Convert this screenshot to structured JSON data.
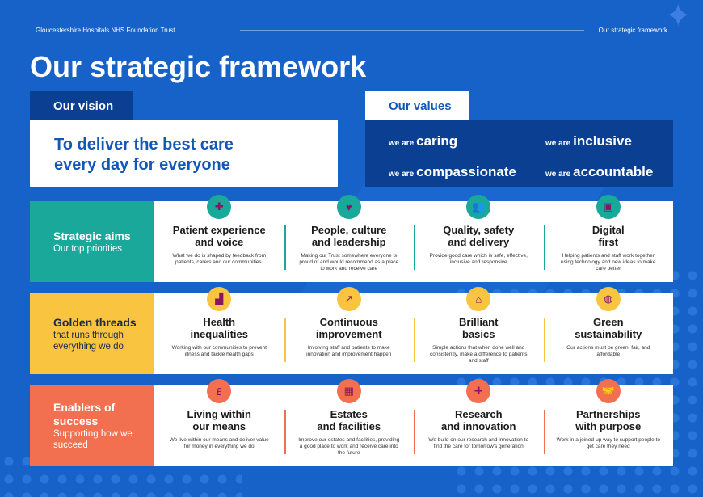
{
  "header": {
    "org": "Gloucestershire Hospitals NHS Foundation Trust",
    "section": "Our strategic framework"
  },
  "title": "Our strategic framework",
  "vision": {
    "tab": "Our vision",
    "text": "To deliver the best care every day for everyone"
  },
  "values": {
    "tab": "Our values",
    "prefix": "we are",
    "items": [
      "caring",
      "inclusive",
      "compassionate",
      "accountable"
    ]
  },
  "colors": {
    "teal": "#1aa89a",
    "yellow": "#f9c440",
    "orange": "#f26f4f",
    "dark_blue": "#0b3f91",
    "blue": "#1762c8"
  },
  "rows": [
    {
      "title": "Strategic aims",
      "subtitle": "Our top priorities",
      "items": [
        {
          "icon": "chat-plus-icon",
          "glyph": "✚",
          "title": "Patient experience\nand voice",
          "desc": "What we do is shaped by feedback from patients, carers and our communities."
        },
        {
          "icon": "heart-shield-icon",
          "glyph": "♥",
          "title": "People, culture\nand leadership",
          "desc": "Making our Trust somewhere everyone is proud of and would recommend as a place to work and receive care"
        },
        {
          "icon": "people-icon",
          "glyph": "👥",
          "title": "Quality, safety\nand delivery",
          "desc": "Provide good care which is safe, effective, inclusive and responsive"
        },
        {
          "icon": "laptop-plus-icon",
          "glyph": "▣",
          "title": "Digital\nfirst",
          "desc": "Helping patients and staff work together using technology and new ideas to make care better"
        }
      ]
    },
    {
      "title": "Golden threads",
      "subtitle": "that runs through everything we do",
      "items": [
        {
          "icon": "podium-icon",
          "glyph": "▟",
          "title": "Health\ninequalities",
          "desc": "Working with our communities to prevent illness and tackle health gaps"
        },
        {
          "icon": "growth-arrow-icon",
          "glyph": "↗",
          "title": "Continuous\nimprovement",
          "desc": "Involving staff and patients to make innovation and improvement happen"
        },
        {
          "icon": "house-check-icon",
          "glyph": "⌂",
          "title": "Brilliant\nbasics",
          "desc": "Simple actions that when done well and consistently, make a difference to patients and staff"
        },
        {
          "icon": "globe-icon",
          "glyph": "◍",
          "title": "Green\nsustainability",
          "desc": "Our actions must be green, fair, and affordable"
        }
      ]
    },
    {
      "title": "Enablers of success",
      "subtitle": "Supporting how we succeed",
      "items": [
        {
          "icon": "pound-icon",
          "glyph": "£",
          "title": "Living within\nour means",
          "desc": "We live within our means and deliver value for money in everything we do"
        },
        {
          "icon": "hospital-building-icon",
          "glyph": "▦",
          "title": "Estates\nand facilities",
          "desc": "Improve our estates and facilities, providing a good place to work and receive care into the future"
        },
        {
          "icon": "research-book-icon",
          "glyph": "✚",
          "title": "Research\nand innovation",
          "desc": "We build on our research and innovation to find the care for tomorrow's generation"
        },
        {
          "icon": "handshake-icon",
          "glyph": "🤝",
          "title": "Partnerships\nwith purpose",
          "desc": "Work in a joined-up way to support people to get care they need"
        }
      ]
    }
  ]
}
